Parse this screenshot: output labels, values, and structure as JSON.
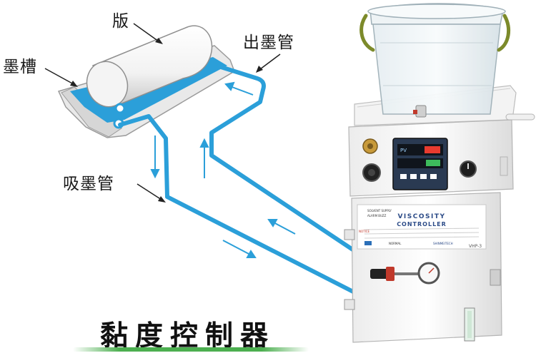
{
  "labels": {
    "plate": "版",
    "ink_tank": "墨槽",
    "ink_out_pipe": "出墨管",
    "ink_suction_pipe": "吸墨管"
  },
  "title": "黏度控制器",
  "controller": {
    "pv_label": "PV",
    "brand_line1": "VISCOSITY",
    "brand_line2": "CONTROLLER",
    "solvent_supply": "SOLVENT SUPPLY",
    "alarm_buzz": "ALARM BUZZ",
    "normal": "NORMAL",
    "notice": "NOTICE",
    "model": "VHP-3",
    "maker": "SHINMEITECH"
  },
  "colors": {
    "pipe": "#2b9fd9",
    "arrow": "#2b9fd9",
    "accent_bar": "#4caf50"
  }
}
